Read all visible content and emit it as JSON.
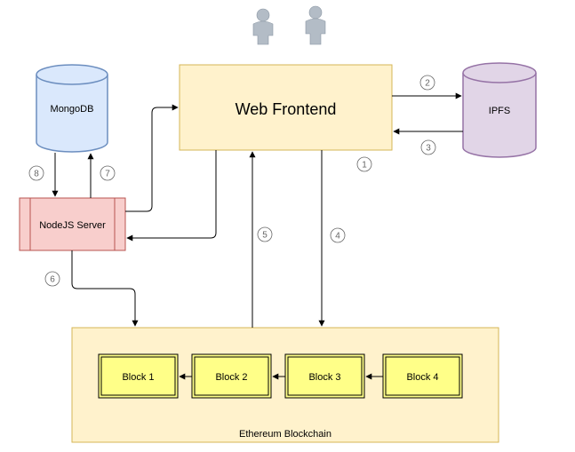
{
  "nodes": {
    "web_frontend": "Web Frontend",
    "mongodb": "MongoDB",
    "ipfs": "IPFS",
    "nodejs_server": "NodeJS Server",
    "blockchain": "Ethereum Blockchain",
    "blocks": [
      "Block 1",
      "Block 2",
      "Block 3",
      "Block 4"
    ]
  },
  "steps": [
    "1",
    "2",
    "3",
    "4",
    "5",
    "6",
    "7",
    "8"
  ],
  "colors": {
    "frontend_fill": "#fff2cc",
    "frontend_stroke": "#d6b656",
    "mongodb_fill": "#dae8fc",
    "mongodb_stroke": "#6c8ebf",
    "ipfs_fill": "#e1d5e7",
    "ipfs_stroke": "#9673a6",
    "server_fill": "#f8cecc",
    "server_stroke": "#b85450",
    "block_fill": "#ffff88",
    "users": "#b3bcc6"
  },
  "icons": [
    "user-icon",
    "user-icon"
  ]
}
